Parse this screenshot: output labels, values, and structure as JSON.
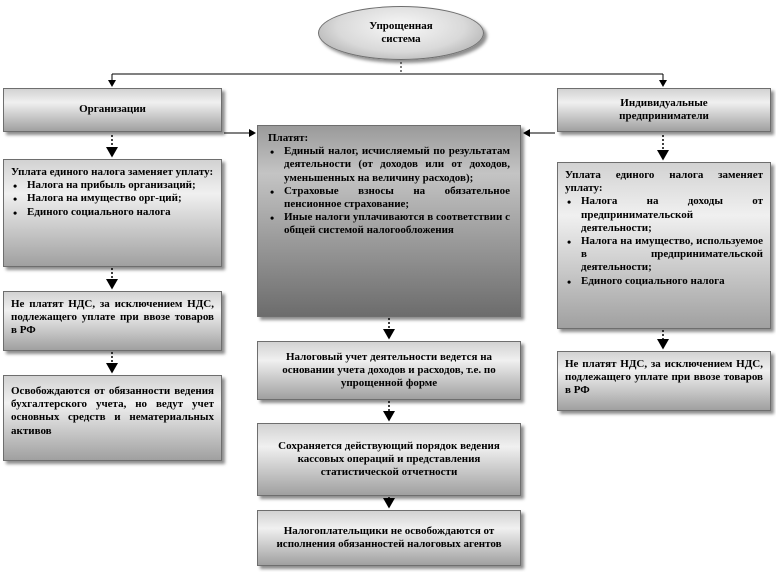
{
  "root": {
    "line1": "Упрощенная",
    "line2": "система"
  },
  "org": {
    "title": "Организации",
    "box1": {
      "intro": "Уплата единого налога заменяет уплату:",
      "items": [
        "Налога на прибыль организаций;",
        "Налога на имущество орг-ций;",
        "Единого социального налога"
      ]
    },
    "box2": "Не платят НДС, за исключением НДС, подлежащего уплате при ввозе товаров в РФ",
    "box3": "Освобождаются от обязанности ведения бухгалтерского учета, но ведут учет основных средств и нематериальных активов"
  },
  "ip": {
    "title_line1": "Индивидуальные",
    "title_line2": "предприниматели",
    "box1": {
      "intro": "Уплата единого налога заменяет уплату:",
      "items": [
        "Налога на доходы от предпринимательской деятельности;",
        "Налога на имущество, используемое в предпринимательской деятельности;",
        "Единого социального налога"
      ]
    },
    "box2": "Не платят НДС, за исключением НДС, подлежащего уплате при ввозе товаров в РФ"
  },
  "center": {
    "pay": {
      "title": "Платят:",
      "items": [
        "Единый налог, исчисляемый по результатам деятельности (от доходов или от доходов, уменьшенных на величину расходов);",
        "Страховые взносы на обязательное пенсионное страхование;",
        "Иные налоги уплачиваются в соответствии с общей системой налогообложения"
      ]
    },
    "box2": "Налоговый учет деятельности ведется на основании учета доходов и расходов, т.е. по упрощенной форме",
    "box3": "Сохраняется действующий порядок ведения кассовых операций и представления статистической отчетности",
    "box4": "Налогоплательщики не освобождаются от исполнения обязанностей налоговых агентов"
  }
}
